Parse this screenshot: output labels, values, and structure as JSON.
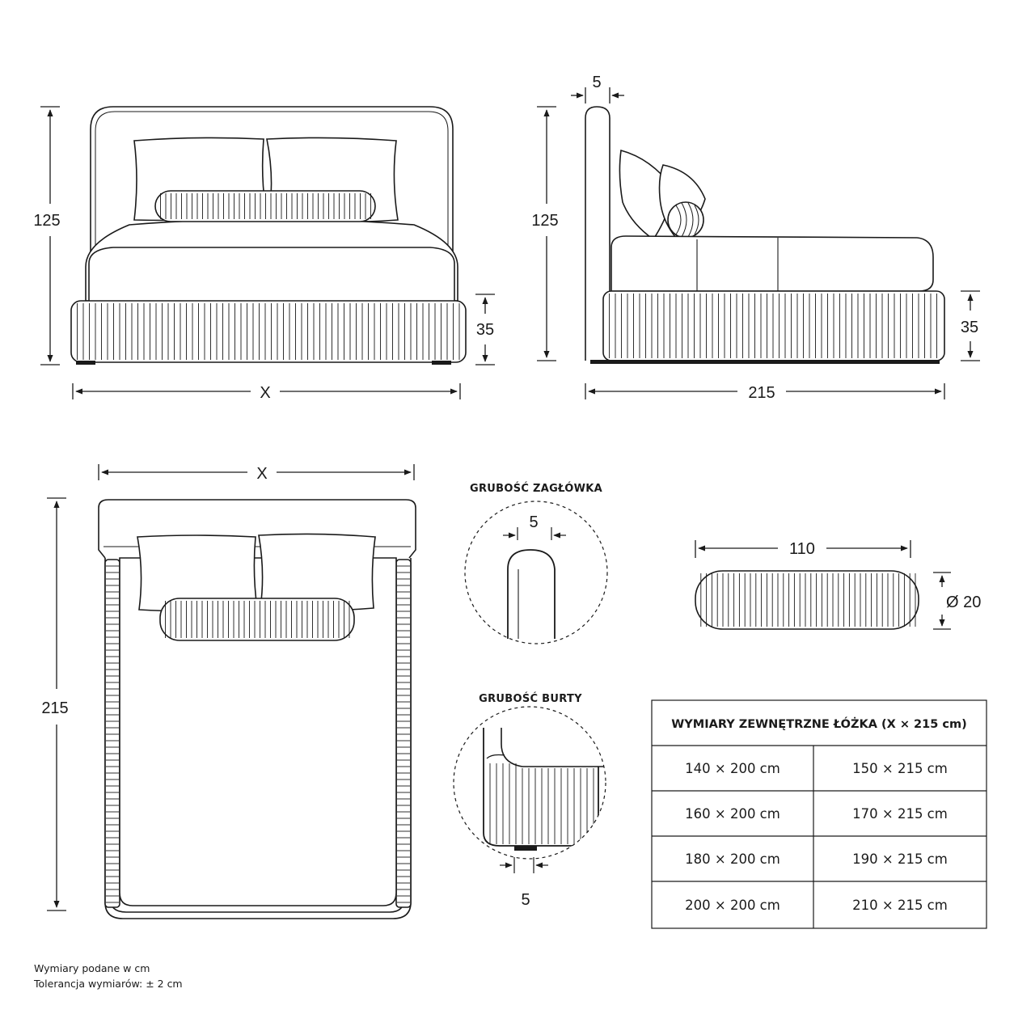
{
  "dimensions": {
    "front_height": "125",
    "front_base_height": "35",
    "front_width": "X",
    "side_headboard_thickness": "5",
    "side_height": "125",
    "side_base_height": "35",
    "side_length": "215",
    "top_width": "X",
    "top_length": "215",
    "headboard_detail_thickness": "5",
    "side_rail_detail_thickness": "5",
    "bolster_length": "110",
    "bolster_diameter": "Ø 20"
  },
  "labels": {
    "headboard_thickness": "GRUBOŚĆ ZAGŁÓWKA",
    "side_rail_thickness": "GRUBOŚĆ BURTY"
  },
  "size_table": {
    "header": "WYMIARY ZEWNĘTRZNE ŁÓŻKA (X × 215 cm)",
    "rows": [
      [
        "140 × 200 cm",
        "150 × 215 cm"
      ],
      [
        "160 × 200 cm",
        "170 × 215 cm"
      ],
      [
        "180 × 200 cm",
        "190 × 215 cm"
      ],
      [
        "200 × 200 cm",
        "210 × 215 cm"
      ]
    ]
  },
  "footer": {
    "line1": "Wymiary podane w cm",
    "line2": "Tolerancja wymiarów: ± 2 cm"
  }
}
